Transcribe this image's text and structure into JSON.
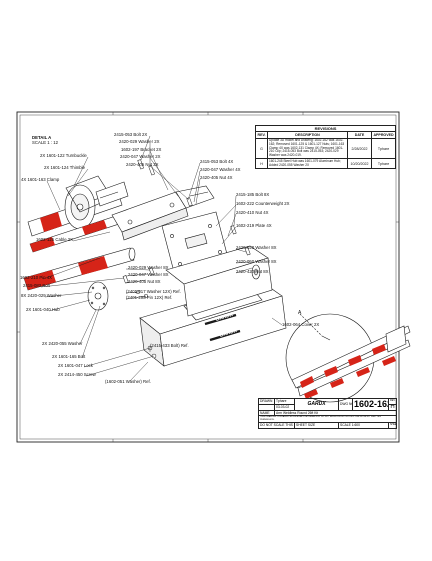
{
  "detail_a": {
    "title": "DETAIL A",
    "scale": "SCALE 1 : 12"
  },
  "callouts": [
    {
      "id": "c1",
      "text": "2415-053 Bolt 2X"
    },
    {
      "id": "c2",
      "text": "2420-029 Washer 2X"
    },
    {
      "id": "c3",
      "text": "1602-197 Bracket 2X"
    },
    {
      "id": "c4",
      "text": "2420-047 Washer 2X"
    },
    {
      "id": "c5",
      "text": "2420-405 Nut 2X"
    },
    {
      "id": "c6",
      "text": "2415-053 Bolt 4X"
    },
    {
      "id": "c7",
      "text": "2420-047 Washer 4X"
    },
    {
      "id": "c8",
      "text": "2420-405 Nut 4X"
    },
    {
      "id": "c9",
      "text": "2X 1601-122 Turnbuckle"
    },
    {
      "id": "c10",
      "text": "2X 1601-124 Thimble"
    },
    {
      "id": "c11",
      "text": "4X 1601-163 Clamp"
    },
    {
      "id": "c12",
      "text": "2415-185 Bolt 8X"
    },
    {
      "id": "c13",
      "text": "1602-222 Counterweight 2X"
    },
    {
      "id": "c14",
      "text": "2420-410 Nut 4X"
    },
    {
      "id": "c15",
      "text": "1602-219 Plate 4X"
    },
    {
      "id": "c16",
      "text": "1602-125 Cable 2X"
    },
    {
      "id": "c17",
      "text": "2420-020 Washer 8X"
    },
    {
      "id": "c18",
      "text": "2420-050 Washer 8X"
    },
    {
      "id": "c19",
      "text": "2420-420 Nut 8X"
    },
    {
      "id": "c20",
      "text": "1602-210 Pin 4X"
    },
    {
      "id": "c21",
      "text": "2415-083 Bolt"
    },
    {
      "id": "c22",
      "text": "8X 2420-029 Washer"
    },
    {
      "id": "c23",
      "text": "2X 1601-040 Hub"
    },
    {
      "id": "c24",
      "text": "2420-029 Washer 8X"
    },
    {
      "id": "c25",
      "text": "2420-047 Washer 8X"
    },
    {
      "id": "c26",
      "text": "2420-405 Nut 8X"
    },
    {
      "id": "c27",
      "text": "(2401-017 Washer 12X) Ref."
    },
    {
      "id": "c28",
      "text": "(2401-298 Pin 12X) Ref."
    },
    {
      "id": "c29",
      "text": "1602-064 Cover 2X"
    },
    {
      "id": "c30",
      "text": "2X 2420-055 Washer"
    },
    {
      "id": "c31",
      "text": "2X 1601-165 Bolt"
    },
    {
      "id": "c32",
      "text": "2X 1601-047 Lock"
    },
    {
      "id": "c33",
      "text": "2X 2414-450 Screw"
    },
    {
      "id": "c34",
      "text": "(2415-433 Bolt) Ref."
    },
    {
      "id": "c35",
      "text": "(1602-051 Washer) Ref."
    }
  ],
  "detail_marker": "A",
  "revisions": {
    "title": "REVISIONS",
    "headers": [
      "REV.",
      "DESCRIPTION",
      "DATE",
      "APPROVED"
    ],
    "rows": [
      {
        "rev": "G",
        "description": "Update 3D model and Drawing: 1602-162 was 1602-162; Removed 1601-125 & 1601-127 Nuts; 1601-163 Clamp 4X was 1602-131 Clamp 4X; Removed 1601-210 Clip; 2415-053 Bolt was 2415-053; 2420-029 Washer was 2420-019.",
        "date": "2/28/2022",
        "approved": "Tphare"
      },
      {
        "rev": "H",
        "description": "1601-245 Steel Hub was 1601-079 Aluminum Hub; Added 2420-055 Washer 2X",
        "date": "10/20/2022",
        "approved": "Tphare"
      }
    ]
  },
  "title_block": {
    "drawn_label": "DRAWN",
    "drawn_value": "Tphare",
    "date_value": "03-03-02",
    "name_label": "NAME",
    "name_value": "Arm Weldless Round 26ft Kit",
    "logo": "GARDX",
    "dwg_label": "DWG NO.",
    "dwg_no": "1602-162",
    "rev_label": "REV.",
    "rev_value": "H",
    "fine_print": "THIS DRAWING CONTAINS PROPRIETARY INFORMATION. DO NOT REPRODUCE OR DISCLOSE WITHOUT WRITTEN PERMISSION.",
    "no_scale": "DO NOT SCALE THIS DRAWING",
    "sheet_size": "SHEET SIZE",
    "scale": "SCALE 1:600",
    "sheet": "SHEET 1 OF 3"
  },
  "arm_text": [
    "GARDX",
    "GARDX"
  ],
  "colors": {
    "stripe_red": "#d62418",
    "line": "#1a1a1a",
    "border": "#222222"
  }
}
